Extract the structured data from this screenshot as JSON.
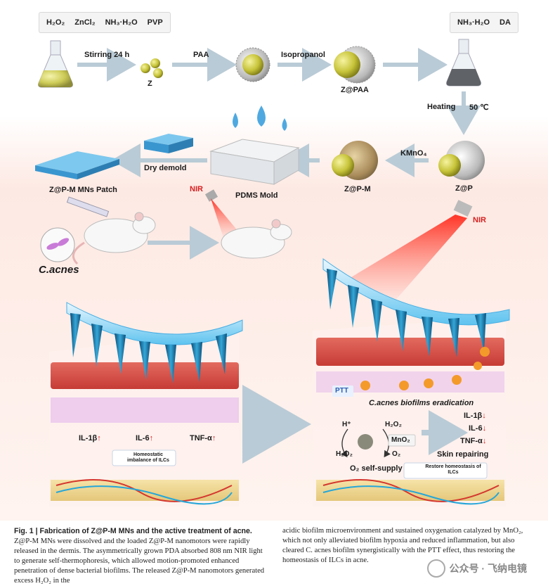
{
  "top_reagents_left": [
    "H₂O₂",
    "ZnCl₂",
    "NH₃·H₂O",
    "PVP"
  ],
  "top_reagents_right": [
    "NH₃·H₂O",
    "DA"
  ],
  "step_labels": {
    "stirring": "Stirring 24 h",
    "paa": "PAA",
    "isopropanol": "Isopropanol",
    "heating": "Heating",
    "temp": "50 ℃",
    "kmno4": "KMnO₄",
    "dry_demold": "Dry demold"
  },
  "product_labels": {
    "z": "Z",
    "z_paa": "Z@PAA",
    "z_p": "Z@P",
    "z_p_m": "Z@P-M",
    "pdms": "PDMS Mold",
    "patch": "Z@P-M MNs Patch",
    "bacteria": "C.acnes"
  },
  "nir_label": "NIR",
  "left_panel": {
    "cytokines": [
      "IL-1β",
      "IL-6",
      "TNF-α"
    ],
    "arrow": "↑",
    "legend": "Homeostatic imbalance of ILCs"
  },
  "right_panel": {
    "ptt": "PTT",
    "eradication": "C.acnes biofilms eradication",
    "h_plus": "H⁺",
    "h2o2_top": "H₂O₂",
    "h2o2_left": "H₂O₂",
    "mno2": "MnO₂",
    "o2": "O₂",
    "o2_supply": "O₂ self-supply",
    "cytokines": [
      "IL-1β",
      "IL-6",
      "TNF-α"
    ],
    "arrow": "↓",
    "skin_repair": "Skin repairing",
    "legend": "Restore homeostasis of ILCs"
  },
  "caption": {
    "col1_bold": "Fig. 1 | Fabrication of Z@P-M MNs and the active treatment of acne.",
    "col1_text": " Z@P-M MNs were dissolved and the loaded Z@P-M nanomotors were rapidly released in the dermis. The asymmetrically grown PDA absorbed 808 nm NIR light to generate self-thermophoresis, which allowed motion-promoted enhanced penetration of dense bacterial biofilms. The released Z@P-M nanomotors generated excess H₂O₂ in the",
    "col2_text": "acidic biofilm microenvironment and sustained oxygenation catalyzed by MnO₂, which not only alleviated biofilm hypoxia and reduced inflammation, but also cleared C. acnes biofilm synergistically with the PTT effect, thus restoring the homeostasis of ILCs in acne."
  },
  "watermark": "公众号 · 飞纳电镜",
  "colors": {
    "skin_red": "#d9524a",
    "needle_blue": "#1c7fb8",
    "nir_red": "#e8322c",
    "flask_yellow": "#e9d27a",
    "bg_pink": "#fbe4de"
  }
}
